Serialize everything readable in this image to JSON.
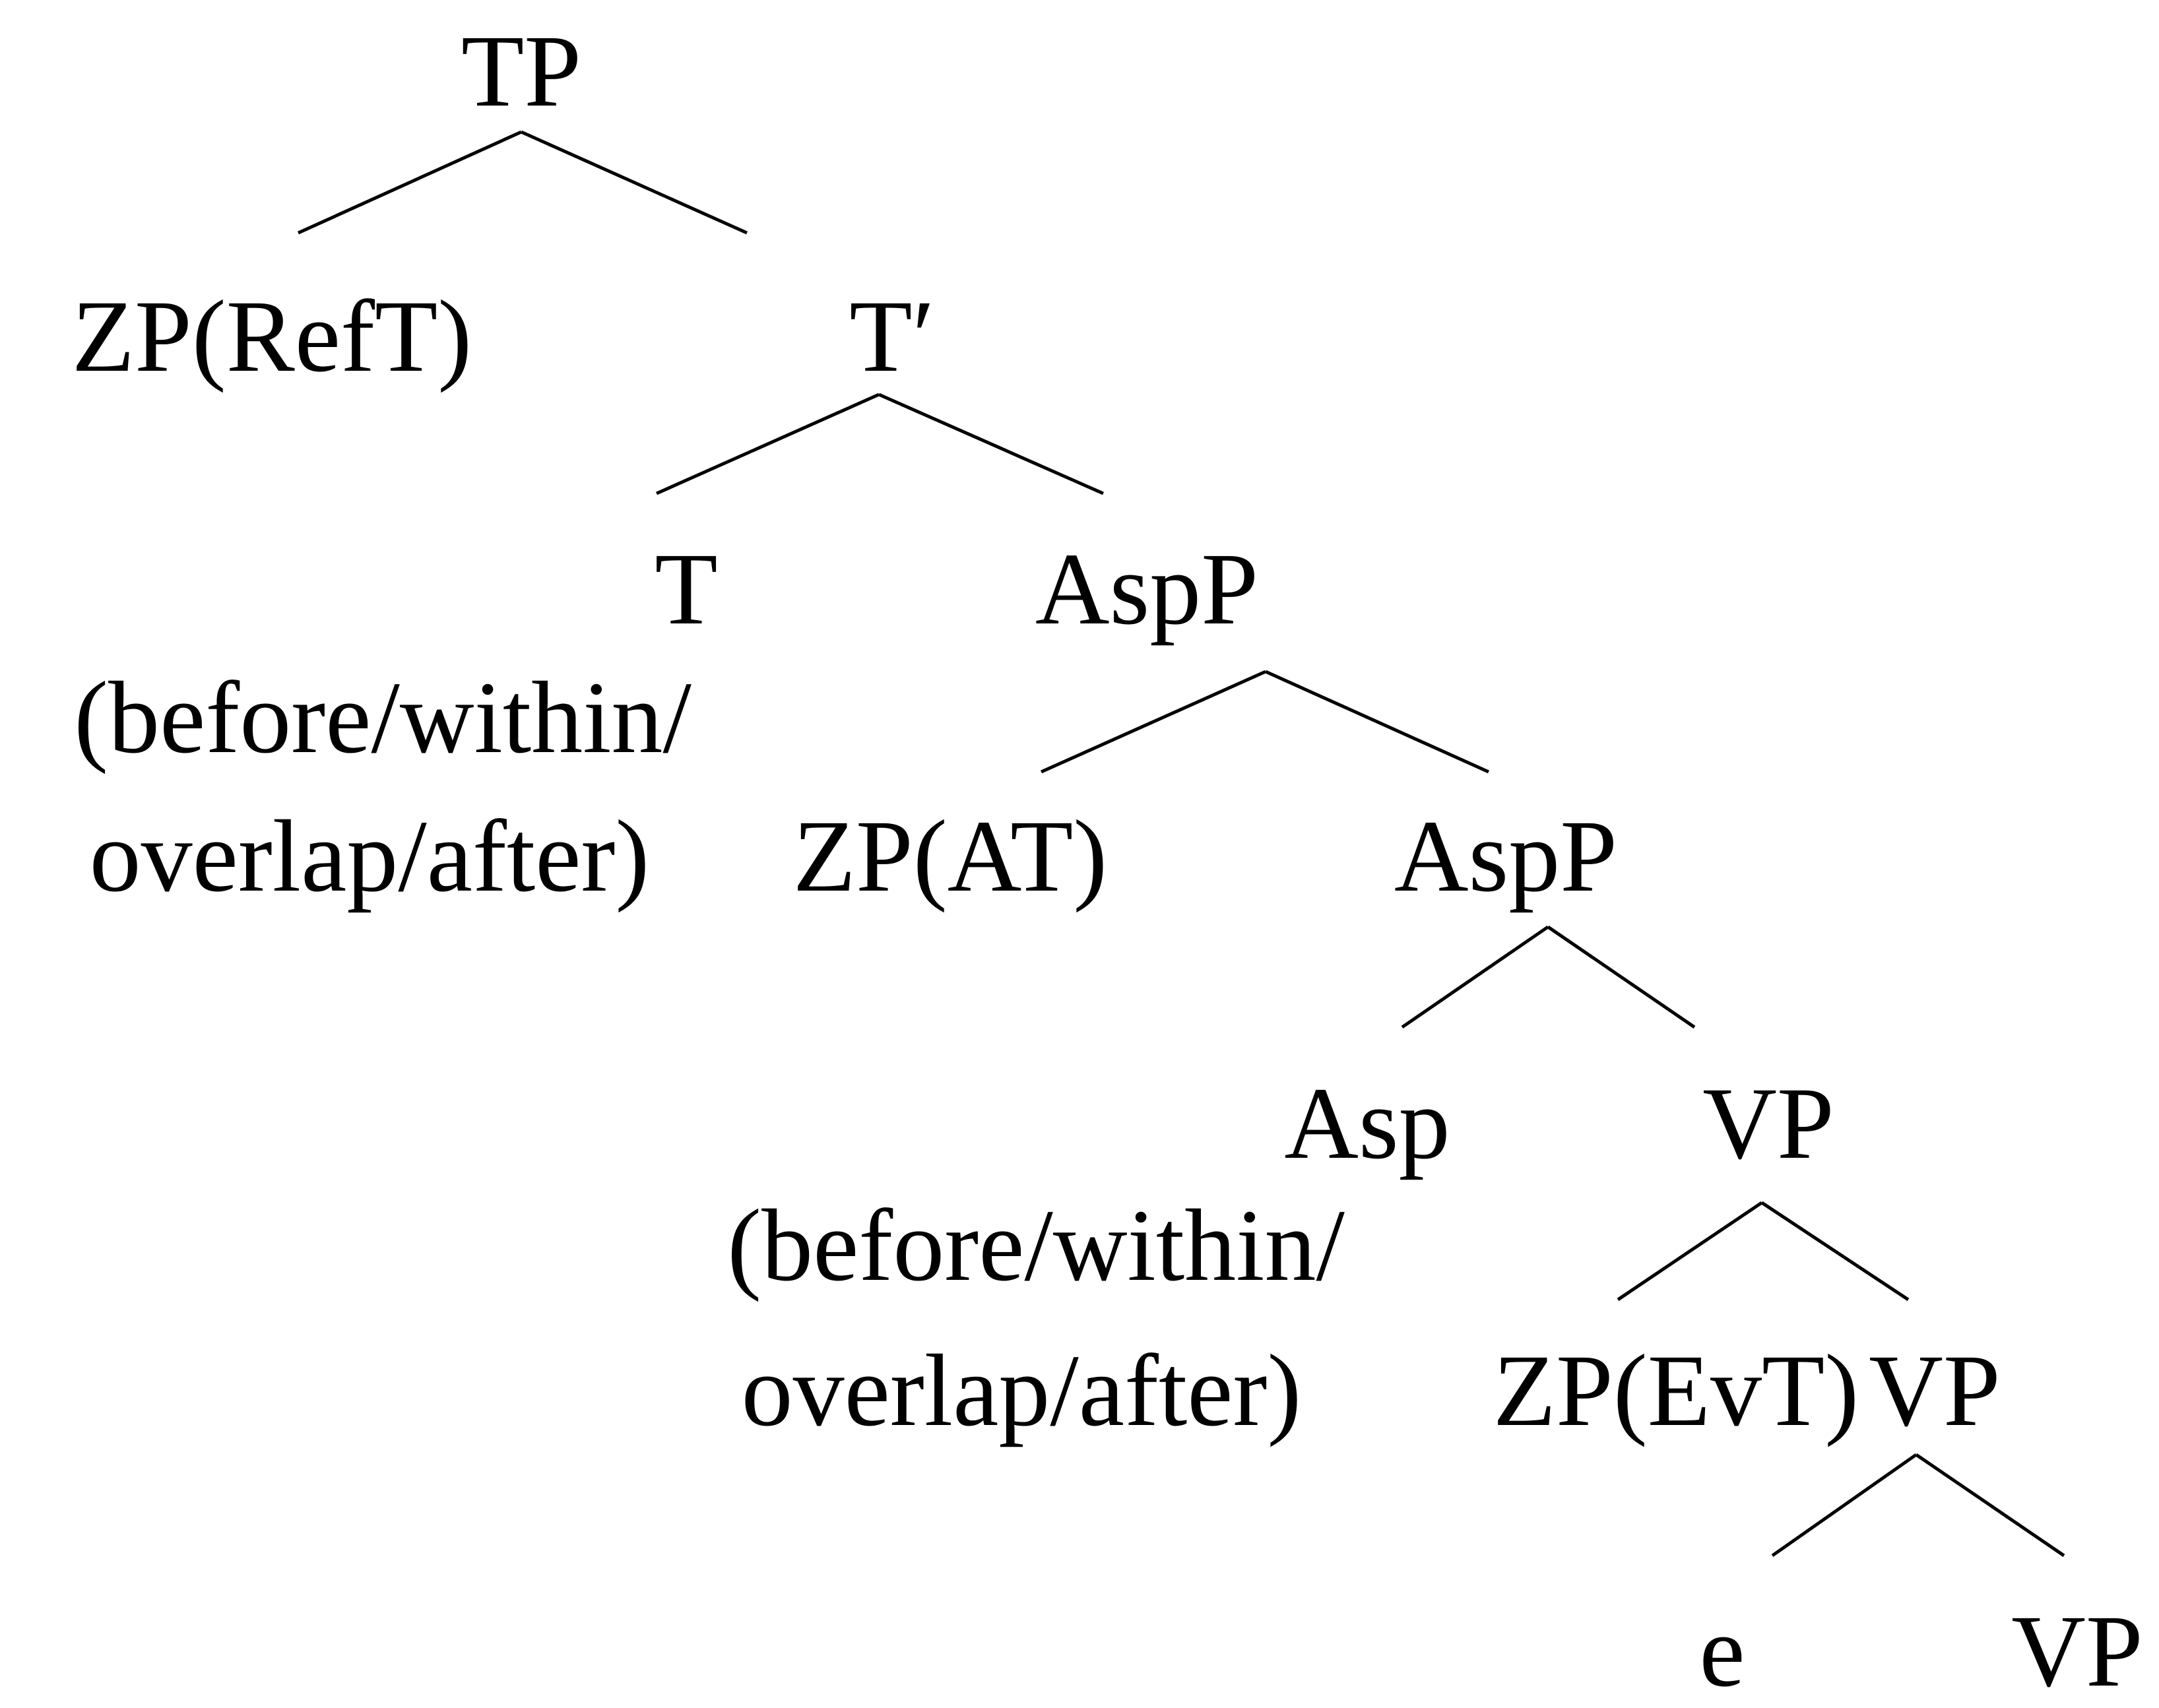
{
  "tree": {
    "nodes": {
      "tp": "TP",
      "zp_reft": "ZP(RefT)",
      "t_bar": "T′",
      "t_head": "T",
      "t_feature_line1": "(before/within/",
      "t_feature_line2": "overlap/after)",
      "aspp_upper": "AspP",
      "zp_at": "ZP(AT)",
      "aspp_lower": "AspP",
      "asp_head": "Asp",
      "asp_feature_line1": "(before/within/",
      "asp_feature_line2": "overlap/after)",
      "vp_upper": "VP",
      "zp_evt": "ZP(EvT)",
      "vp_middle": "VP",
      "e_element": "e",
      "vp_lower": "VP"
    }
  }
}
